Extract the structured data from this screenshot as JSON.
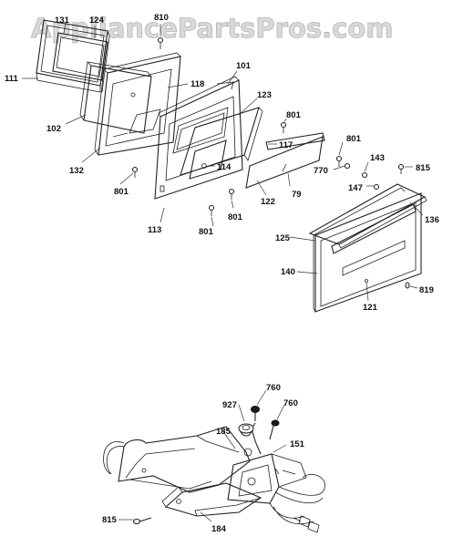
{
  "watermark": "AppliancePartsPros.com",
  "labels": {
    "l131": "131",
    "l124": "124",
    "l810": "810",
    "l111": "111",
    "l118": "118",
    "l101": "101",
    "l102": "102",
    "l123": "123",
    "l801a": "801",
    "l117": "117",
    "l801b": "801",
    "l143": "143",
    "l132": "132",
    "l114": "114",
    "l770": "770",
    "l815a": "815",
    "l801c": "801",
    "l122": "122",
    "l79": "79",
    "l147": "147",
    "l136": "136",
    "l113": "113",
    "l801d": "801",
    "l801e": "801",
    "l125": "125",
    "l140": "140",
    "l819": "819",
    "l121": "121",
    "l760a": "760",
    "l927": "927",
    "l760b": "760",
    "l185": "185",
    "l151": "151",
    "l815b": "815",
    "l184": "184"
  }
}
